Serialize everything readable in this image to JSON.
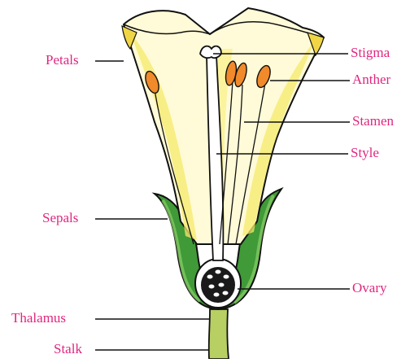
{
  "colors": {
    "label": "#e0267f",
    "petal": "#f7ee9a",
    "petal_light": "#fffbd8",
    "sepal": "#3f9a37",
    "anther": "#f08a2a",
    "outline": "#111111"
  },
  "labels": {
    "petals": "Petals",
    "stigma": "Stigma",
    "anther": "Anther",
    "stamen": "Stamen",
    "style": "Style",
    "sepals": "Sepals",
    "ovary": "Ovary",
    "thalamus": "Thalamus",
    "stalk": "Stalk"
  }
}
